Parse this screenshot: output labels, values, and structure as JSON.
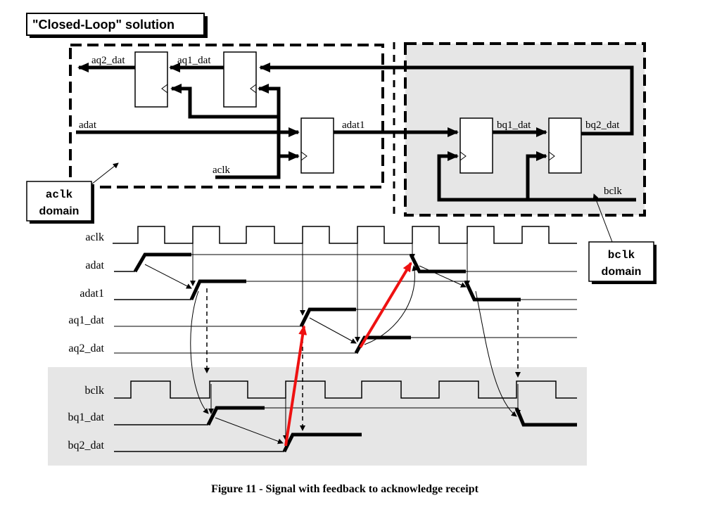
{
  "title": "\"Closed-Loop\" solution",
  "caption": "Figure 11 - Signal with feedback to acknowledge receipt",
  "domains": {
    "aclk": {
      "line1": "aclk",
      "line2": "domain"
    },
    "bclk": {
      "line1": "bclk",
      "line2": "domain"
    }
  },
  "schematic_labels": {
    "aq2": "aq2_dat",
    "aq1": "aq1_dat",
    "adat": "adat",
    "adat1": "adat1",
    "bq1": "bq1_dat",
    "bq2": "bq2_dat",
    "aclk": "aclk",
    "bclk": "bclk"
  },
  "signals": [
    "aclk",
    "adat",
    "adat1",
    "aq1_dat",
    "aq2_dat",
    "bclk",
    "bq1_dat",
    "bq2_dat"
  ],
  "colors": {
    "ink": "#000000",
    "shade": "#e6e6e6",
    "feedback": "#ee1111"
  }
}
